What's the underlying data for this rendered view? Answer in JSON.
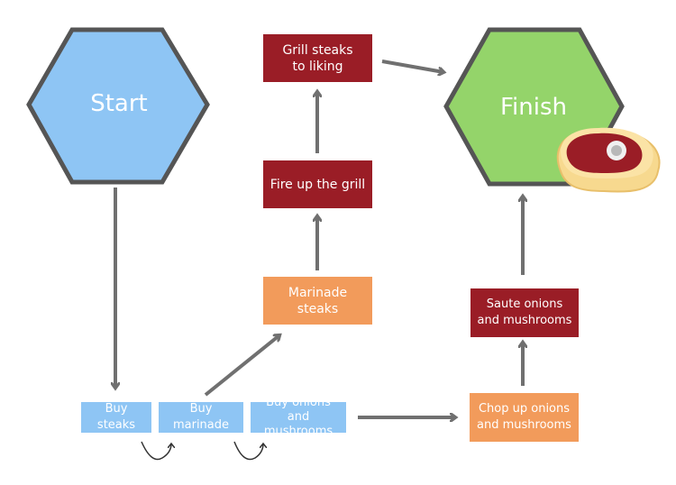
{
  "diagram": {
    "start_label": "Start",
    "finish_label": "Finish",
    "steps": {
      "grill_steaks": "Grill steaks to liking",
      "fire_grill": "Fire up the grill",
      "marinade_steaks": "Marinade steaks",
      "buy_steaks": "Buy steaks",
      "buy_marinade": "Buy marinade",
      "buy_onions": "Buy onions and mushrooms",
      "chop": "Chop up onions and mushrooms",
      "saute": "Saute onions and mushrooms"
    },
    "icons": [
      "steak-icon",
      "loop-arrow-icon"
    ],
    "colors": {
      "start": "#8ec5f4",
      "finish": "#94d46a",
      "hex_border": "#555555",
      "dark_red": "#9a1d26",
      "orange": "#f29b5b",
      "light_blue": "#8ec5f4",
      "arrow": "#707070"
    }
  }
}
